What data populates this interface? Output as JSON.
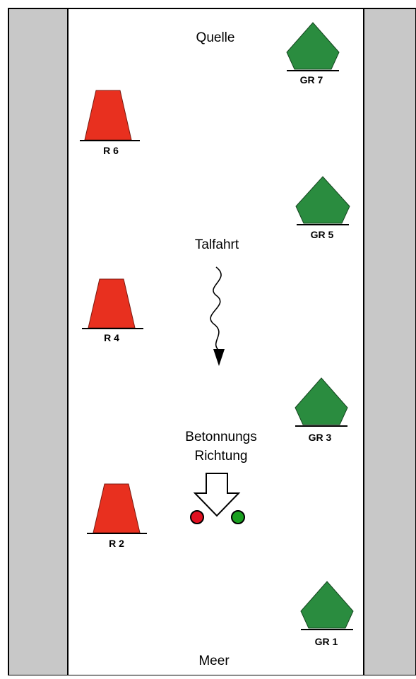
{
  "labels": {
    "top": "Quelle",
    "bottom": "Meer",
    "flow": "Talfahrt",
    "direction_line1": "Betonnungs",
    "direction_line2": "Richtung"
  },
  "buoys": {
    "r6": "R 6",
    "r4": "R 4",
    "r2": "R 2",
    "gr7": "GR 7",
    "gr5": "GR 5",
    "gr3": "GR 3",
    "gr1": "GR 1"
  },
  "colors": {
    "red_buoy": "#e8301f",
    "green_buoy": "#2a8c3f",
    "bank": "#c8c8c8",
    "water": "#ffffff",
    "red_light": "#e01020",
    "green_light": "#1aa020"
  }
}
